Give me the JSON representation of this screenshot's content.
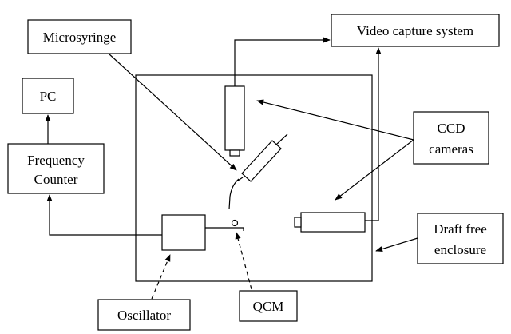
{
  "labels": {
    "microsyringe": "Microsyringe",
    "video": "Video capture system",
    "pc": "PC",
    "freq_line1": "Frequency",
    "freq_line2": "Counter",
    "ccd_line1": "CCD",
    "ccd_line2": "cameras",
    "draft_line1": "Draft free",
    "draft_line2": "enclosure",
    "oscillator": "Oscillator",
    "qcm": "QCM"
  }
}
